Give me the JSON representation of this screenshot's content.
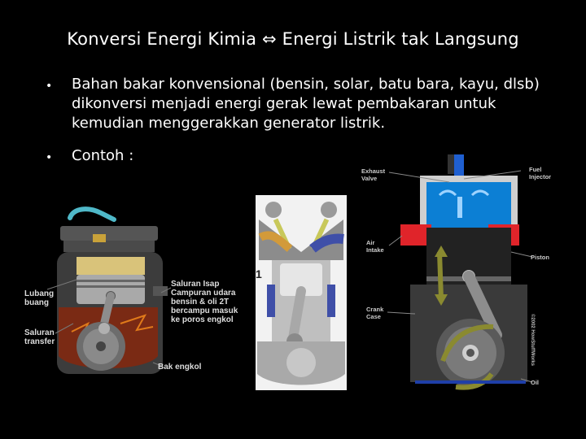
{
  "slide": {
    "title": "Konversi Energi Kimia ⇔ Energi Listrik tak Langsung",
    "bullets": [
      "Bahan bakar konvensional (bensin, solar, batu bara, kayu, dlsb) dikonversi menjadi energi gerak lewat pembakaran untuk kemudian menggerakkan generator listrik.",
      "Contoh :"
    ],
    "bullet_symbol": "•"
  },
  "figure_two_stroke": {
    "labels": {
      "exhaust": "Lubang\nbuang",
      "intake": "Saluran Isap\nCampuran udara\nbensin & oli 2T\nbercampu masuk\nke poros engkol",
      "transfer": "Saluran\ntransfer",
      "crankcase": "Bak engkol"
    }
  },
  "figure_four_stroke": {
    "marker": "1"
  },
  "figure_diesel": {
    "labels": {
      "exhaust_valve": "Exhaust\nValve",
      "fuel_injector": "Fuel\nInjector",
      "air_intake": "Air\nIntake",
      "piston": "Piston",
      "crank_case": "Crank\nCase",
      "oil": "Oil"
    },
    "copyright": "©2002 HowStuffWorks"
  },
  "colors": {
    "background": "#000000",
    "text": "#ffffff",
    "injector_blue": "#1f77d8",
    "intake_red": "#e0242a",
    "mixture_orange": "#e07a1a",
    "arrow_olive": "#8a8a30"
  }
}
